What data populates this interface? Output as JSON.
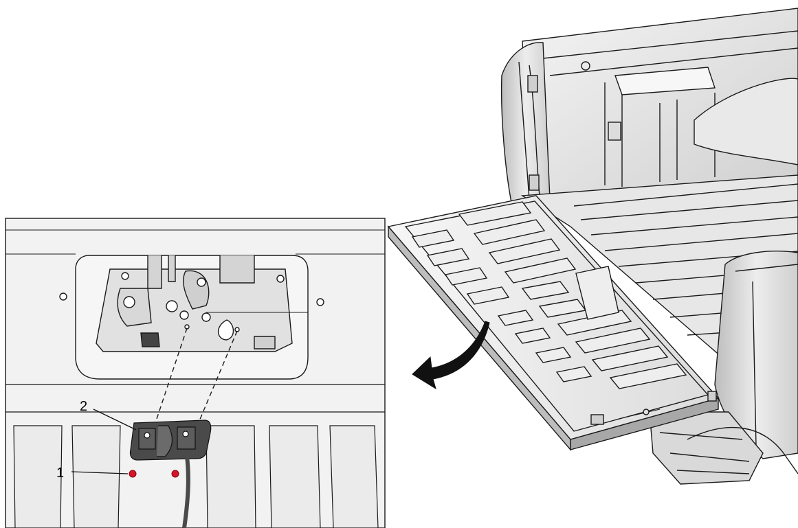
{
  "diagram": {
    "callouts": [
      {
        "id": "1",
        "label": "1"
      },
      {
        "id": "2",
        "label": "2"
      }
    ],
    "colors": {
      "line": "#111111",
      "panel_fill": "#f1f1f1",
      "bed_fill": "#e4e4e4",
      "fastener": "#d4152a",
      "handle_dark": "#4a4a4a",
      "arrow": "#111111"
    },
    "icons": {
      "rotation_arrow": "curved-arrow-icon",
      "fastener": "bolt-icon"
    }
  }
}
